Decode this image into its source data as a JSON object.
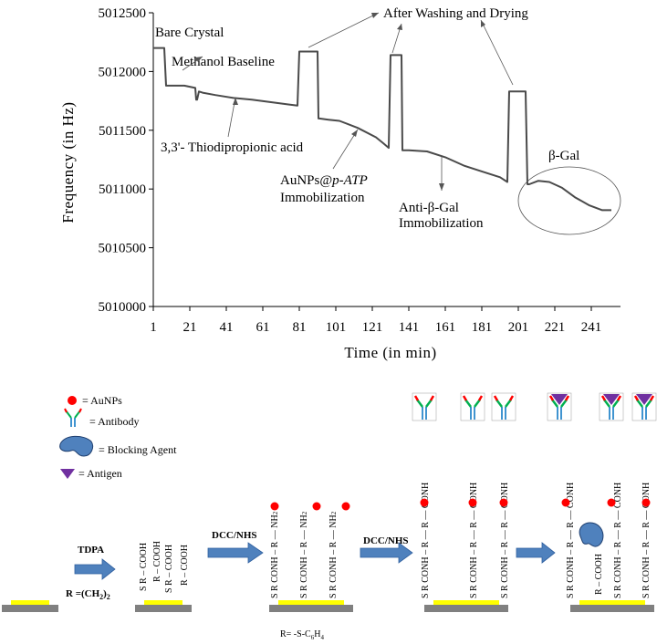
{
  "chart_data": {
    "type": "line",
    "title": "",
    "xlabel": "Time (in min)",
    "ylabel": "Frequency (in Hz)",
    "xlim": [
      1,
      257
    ],
    "ylim": [
      5010000,
      5012500
    ],
    "x_ticks": [
      "1",
      "21",
      "41",
      "61",
      "81",
      "101",
      "121",
      "141",
      "161",
      "181",
      "201",
      "221",
      "241"
    ],
    "y_ticks": [
      "5010000",
      "5010500",
      "5011000",
      "5011500",
      "5012000",
      "5012500"
    ],
    "grid": false,
    "series": [
      {
        "x": [
          1,
          7,
          8,
          9,
          14,
          18,
          24,
          24.5,
          25,
          26,
          28,
          35,
          45,
          55,
          65,
          75,
          80,
          81,
          82,
          91,
          91.5,
          92,
          97,
          103,
          113,
          123,
          127,
          130,
          131,
          132,
          137,
          137.5,
          138,
          141,
          151,
          161,
          171,
          181,
          191,
          195,
          196,
          197,
          205,
          206,
          207,
          212,
          218,
          225,
          232,
          240,
          247,
          252
        ],
        "y": [
          5012200,
          5012200,
          5011880,
          5011880,
          5011880,
          5011880,
          5011860,
          5011760,
          5011760,
          5011830,
          5011820,
          5011800,
          5011775,
          5011760,
          5011740,
          5011720,
          5011710,
          5012170,
          5012170,
          5012170,
          5011600,
          5011600,
          5011590,
          5011580,
          5011520,
          5011440,
          5011390,
          5011350,
          5012140,
          5012140,
          5012140,
          5011330,
          5011330,
          5011330,
          5011320,
          5011270,
          5011200,
          5011150,
          5011100,
          5011060,
          5011830,
          5011830,
          5011830,
          5011040,
          5011040,
          5011070,
          5011060,
          5011010,
          5010930,
          5010860,
          5010820,
          5010820
        ]
      }
    ],
    "annotations": [
      {
        "label": "Bare Crystal"
      },
      {
        "label": "Methanol Baseline"
      },
      {
        "label": "3,3'- Thiodipropionic acid"
      },
      {
        "label": "After Washing and Drying"
      },
      {
        "label": "AuNPs@",
        "label_italic": "p-ATP",
        "label2": "Immobilization"
      },
      {
        "label": "Anti-β-Gal",
        "label2": "Immobilization"
      },
      {
        "label": "β-Gal"
      }
    ]
  },
  "scheme": {
    "legend": [
      {
        "symbol": "red-dot",
        "label": "= AuNPs"
      },
      {
        "symbol": "antibody",
        "label": "= Antibody"
      },
      {
        "symbol": "blocking-agent",
        "label": "= Blocking Agent"
      },
      {
        "symbol": "antigen",
        "label": "= Antigen"
      }
    ],
    "step1_label": "TDPA",
    "step1_note": "R =(CH",
    "step1_note_sub": "2",
    "step1_note_end": ")",
    "step1_note_end_sub": "2",
    "step2_label": "DCC/NHS",
    "step3_label": "DCC/NHS",
    "r_note": "R= -S-C",
    "r_note_sub1": "6",
    "r_note_mid": "H",
    "r_note_sub2": "4",
    "chem": {
      "cooh": "COOH",
      "r": "R",
      "s": "S",
      "nh2": "NH",
      "nh2_sub": "2",
      "conh_r": "CONH – R",
      "r_dash": "— R —",
      "conh": "CONH",
      "cooh_block": "COOH"
    },
    "colors": {
      "gold": "#ffff00",
      "substrate": "#808080",
      "aunp": "#ff0000",
      "arrow": "#4f81bd",
      "blocking": "#4f81bd",
      "antigen": "#7030a0",
      "ab_green": "#00b050",
      "ab_red": "#ff0000",
      "ab_blue": "#0070c0"
    }
  }
}
